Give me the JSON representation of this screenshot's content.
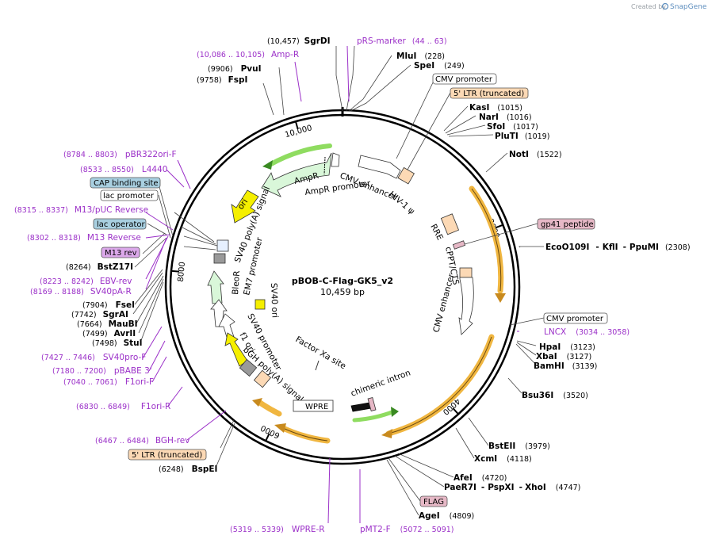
{
  "credit": {
    "created_by": "Created by",
    "brand": "SnapGene"
  },
  "plasmid": {
    "name": "pBOB-C-Flag-GK5_v2",
    "length_label": "10,459 bp",
    "length": 10459
  },
  "ticks": [
    {
      "bp": 2000,
      "label": "2000"
    },
    {
      "bp": 4000,
      "label": "4000"
    },
    {
      "bp": 6000,
      "label": "6000"
    },
    {
      "bp": 8000,
      "label": "8000"
    },
    {
      "bp": 10000,
      "label": "10,000"
    }
  ],
  "sites": {
    "sgrdi": {
      "pos": "(10,457)",
      "name": "SgrDI"
    },
    "mlui": {
      "name": "MluI",
      "pos": "(228)"
    },
    "spei": {
      "name": "SpeI",
      "pos": "(249)"
    },
    "kasi": {
      "name": "KasI",
      "pos": "(1015)"
    },
    "nari": {
      "name": "NarI",
      "pos": "(1016)"
    },
    "sfoi": {
      "name": "SfoI",
      "pos": "(1017)"
    },
    "pluti": {
      "name": "PluTI",
      "pos": "(1019)"
    },
    "noti": {
      "name": "NotI",
      "pos": "(1522)"
    },
    "eco": {
      "name": "EcoO109I",
      "sep1": "-",
      "name2": "KflI",
      "sep2": "-",
      "name3": "PpuMI",
      "pos": "(2308)"
    },
    "hpai": {
      "name": "HpaI",
      "pos": "(3123)"
    },
    "xbai": {
      "name": "XbaI",
      "pos": "(3127)"
    },
    "bamhi": {
      "name": "BamHI",
      "pos": "(3139)"
    },
    "bsu36i": {
      "name": "Bsu36I",
      "pos": "(3520)"
    },
    "bsteii": {
      "name": "BstEII",
      "pos": "(3979)"
    },
    "xcmi": {
      "name": "XcmI",
      "pos": "(4118)"
    },
    "afei": {
      "name": "AfeI",
      "pos": "(4720)"
    },
    "paer7i": {
      "name": "PaeR7I",
      "sep1": "-",
      "name2": "PspXI",
      "sep2": "-",
      "name3": "XhoI",
      "pos": "(4747)"
    },
    "agei": {
      "name": "AgeI",
      "pos": "(4809)"
    },
    "bspei": {
      "pos": "(6248)",
      "name": "BspEI"
    },
    "pvui": {
      "pos": "(9906)",
      "name": "PvuI"
    },
    "fspi": {
      "pos": "(9758)",
      "name": "FspI"
    },
    "bstz17i": {
      "pos": "(8264)",
      "name": "BstZ17I"
    },
    "fsei": {
      "pos": "(7904)",
      "name": "FseI"
    },
    "sgrai": {
      "pos": "(7742)",
      "name": "SgrAI"
    },
    "maubi": {
      "pos": "(7664)",
      "name": "MauBI"
    },
    "avrii": {
      "pos": "(7499)",
      "name": "AvrII"
    },
    "stui": {
      "pos": "(7498)",
      "name": "StuI"
    }
  },
  "primers": {
    "prs": {
      "name": "pRS-marker",
      "range": "(44 .. 63)"
    },
    "ampr": {
      "range": "(10,086 .. 10,105)",
      "name": "Amp-R"
    },
    "pbr322": {
      "range": "(8784 .. 8803)",
      "name": "pBR322ori-F"
    },
    "l4440": {
      "range": "(8533 .. 8550)",
      "name": "L4440"
    },
    "m13puc": {
      "range": "(8315 .. 8337)",
      "name": "M13/pUC Reverse"
    },
    "m13rev_primer": {
      "range": "(8302 .. 8318)",
      "name": "M13 Reverse"
    },
    "ebv": {
      "range": "(8223 .. 8242)",
      "name": "EBV-rev"
    },
    "sv40pa": {
      "range": "(8169 .. 8188)",
      "name": "SV40pA-R"
    },
    "sv40pro": {
      "range": "(7427 .. 7446)",
      "name": "SV40pro-F"
    },
    "pbabe": {
      "range": "(7180 .. 7200)",
      "name": "pBABE 3'"
    },
    "f1ori_f": {
      "range": "(7040 .. 7061)",
      "name": "F1ori-F"
    },
    "f1ori_r": {
      "range": "(6830 .. 6849)",
      "name": "F1ori-R"
    },
    "bgh": {
      "range": "(6467 .. 6484)",
      "name": "BGH-rev"
    },
    "wpre": {
      "range": "(5319 .. 5339)",
      "name": "WPRE-R"
    },
    "pmt2": {
      "name": "pMT2-F",
      "range": "(5072 .. 5091)"
    },
    "lncx": {
      "name": "LNCX",
      "range": "(3034 .. 3058)"
    }
  },
  "boxes": {
    "cmv1": "CMV promoter",
    "ltr5a": "5' LTR (truncated)",
    "gp41": "gp41 peptide",
    "cmv2": "CMV promoter",
    "flag": "FLAG",
    "ltr5b": "5' LTR (truncated)",
    "cap": "CAP binding site",
    "lacprom": "lac promoter",
    "lacop": "lac operator",
    "m13rev": "M13 rev",
    "wpre": "WPRE"
  },
  "features": {
    "ampr": "AmpR",
    "ampr_promoter": "AmpR promoter",
    "cmv_enhancer_1": "CMV enhancer",
    "hiv_psi": "HIV-1 ψ",
    "rre": "RRE",
    "cppt": "cPPT/CTS",
    "cmv_enhancer_2": "CMV enhancer",
    "ori": "ori",
    "sv40_polya_1": "SV40 poly(A) signal",
    "em7": "EM7 promoter",
    "bleor": "BleoR",
    "sv40_ori": "SV40 ori",
    "sv40_promoter": "SV40 promoter",
    "f1_ori": "f1 ori",
    "bgh_polya": "bGH poly(A) signal",
    "factor_xa": "Factor Xa site",
    "chimeric_intron": "chimeric intron"
  },
  "colors": {
    "site_text": "#000000",
    "primer": "#9b30c8",
    "ampr_fill": "#d9f7d9",
    "ori_fill": "#f5ef00",
    "orange_arrow": "#c88a1e",
    "ltr_fill": "#fcd9b5",
    "cap_fill": "#a8cfe0",
    "m13_fill": "#dba8ea",
    "gp41_fill": "#e6b8c6",
    "flag_fill": "#e6b8c6"
  }
}
